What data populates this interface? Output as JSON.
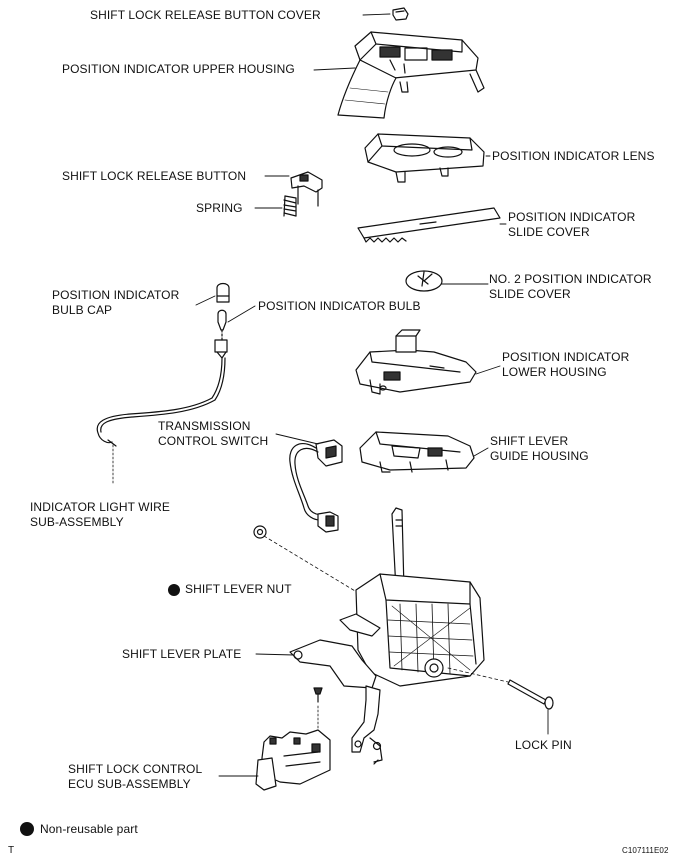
{
  "labels": {
    "shift_lock_release_button_cover": "SHIFT LOCK RELEASE BUTTON COVER",
    "position_indicator_upper_housing": "POSITION INDICATOR UPPER HOUSING",
    "position_indicator_lens": "POSITION INDICATOR LENS",
    "shift_lock_release_button": "SHIFT LOCK RELEASE BUTTON",
    "spring": "SPRING",
    "position_indicator_slide_cover": [
      "POSITION INDICATOR",
      "SLIDE COVER"
    ],
    "no2_position_indicator_slide_cover": [
      "NO. 2 POSITION INDICATOR",
      "SLIDE COVER"
    ],
    "position_indicator_bulb_cap": [
      "POSITION INDICATOR",
      "BULB CAP"
    ],
    "position_indicator_bulb": "POSITION INDICATOR BULB",
    "position_indicator_lower_housing": [
      "POSITION INDICATOR",
      "LOWER HOUSING"
    ],
    "transmission_control_switch": [
      "TRANSMISSION",
      "CONTROL SWITCH"
    ],
    "shift_lever_guide_housing": [
      "SHIFT LEVER",
      "GUIDE HOUSING"
    ],
    "indicator_light_wire_sub_assembly": [
      "INDICATOR LIGHT WIRE",
      "SUB-ASSEMBLY"
    ],
    "shift_lever_nut": "SHIFT LEVER NUT",
    "shift_lever_plate": "SHIFT LEVER PLATE",
    "lock_pin": "LOCK PIN",
    "shift_lock_control_ecu_sub_assembly": [
      "SHIFT LOCK CONTROL",
      "ECU SUB-ASSEMBLY"
    ]
  },
  "legend": {
    "non_reusable": "Non-reusable part"
  },
  "footer": {
    "corner_mark": "T",
    "figure_code": "C107111E02"
  }
}
